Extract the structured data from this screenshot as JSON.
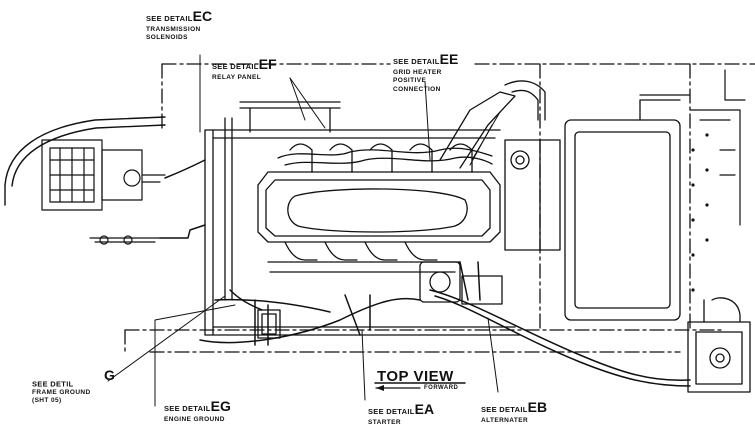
{
  "title": "TOP VIEW",
  "direction_label": "FORWARD",
  "callouts": {
    "ec": {
      "see": "SEE DETAIL",
      "code": "EC",
      "lines": [
        "TRANSMISSION",
        "SOLENOIDS"
      ]
    },
    "ef": {
      "see": "SEE DETAIL",
      "code": "EF",
      "lines": [
        "RELAY PANEL"
      ]
    },
    "ee": {
      "see": "SEE DETAIL",
      "code": "EE",
      "lines": [
        "GRID HEATER",
        "POSITIVE",
        "CONNECTION"
      ]
    },
    "g": {
      "see": "SEE DETIL",
      "code": "G",
      "lines": [
        "FRAME GROUND",
        "(SHT 05)"
      ]
    },
    "eg": {
      "see": "SEE DETAIL",
      "code": "EG",
      "lines": [
        "ENGINE GROUND"
      ]
    },
    "ea": {
      "see": "SEE DETAIL",
      "code": "EA",
      "lines": [
        "STARTER"
      ]
    },
    "eb": {
      "see": "SEE DETAIL",
      "code": "EB",
      "lines": [
        "ALTERNATER"
      ]
    }
  }
}
